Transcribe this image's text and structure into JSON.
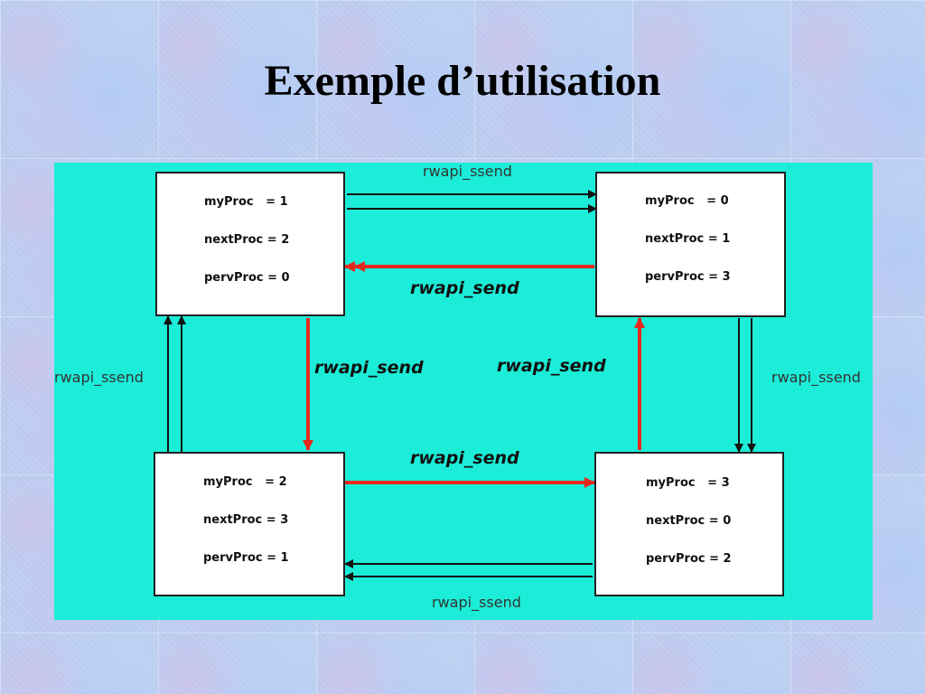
{
  "slide": {
    "title": "Exemple d’utilisation"
  },
  "colors": {
    "diagram_background": "#1cedd8",
    "send_arrow": "#e8281c",
    "ssend_arrow": "#111111"
  },
  "nodes": [
    {
      "id": "top-left",
      "rows": [
        "myProc   = 1",
        "nextProc = 2",
        "pervProc = 0"
      ]
    },
    {
      "id": "top-right",
      "rows": [
        "myProc   = 0",
        "nextProc = 1",
        "pervProc = 3"
      ]
    },
    {
      "id": "bottom-left",
      "rows": [
        "myProc   = 2",
        "nextProc = 3",
        "pervProc = 1"
      ]
    },
    {
      "id": "bottom-right",
      "rows": [
        "myProc   = 3",
        "nextProc = 0",
        "pervProc = 2"
      ]
    }
  ],
  "edges": {
    "top_ssend": "rwapi_ssend",
    "top_send": "rwapi_send",
    "left_ssend": "rwapi_ssend",
    "left_send": "rwapi_send",
    "right_send": "rwapi_send",
    "right_ssend": "rwapi_ssend",
    "bottom_send": "rwapi_send",
    "bottom_ssend": "rwapi_ssend"
  }
}
